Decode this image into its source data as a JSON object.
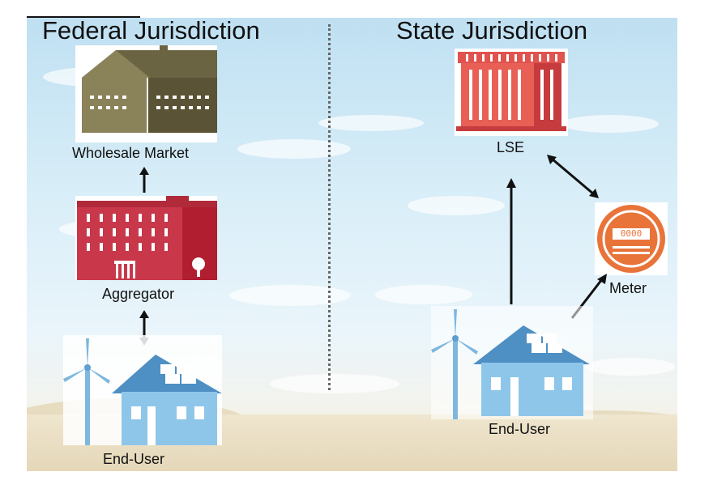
{
  "headings": {
    "federal": "Federal Jurisdiction",
    "state": "State Jurisdiction"
  },
  "labels": {
    "wholesale_market": "Wholesale Market",
    "aggregator": "Aggregator",
    "end_user_left": "End-User",
    "lse": "LSE",
    "meter": "Meter",
    "end_user_right": "End-User"
  },
  "meter_display": "0000",
  "colors": {
    "wholesale": "#6b6443",
    "aggregator": "#c8384a",
    "lse": "#e0534f",
    "meter": "#e8743a",
    "house": "#8ec6ea",
    "house_roof": "#4e8fc4",
    "sky": "#cfe8f5"
  }
}
